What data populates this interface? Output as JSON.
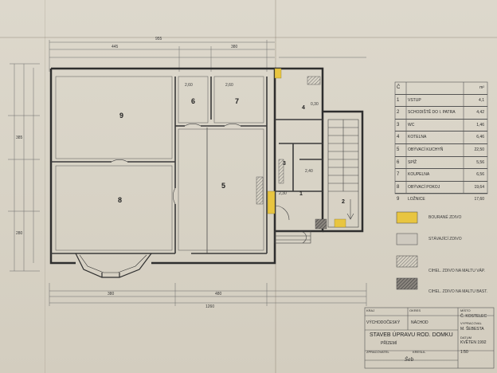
{
  "rooms": {
    "r9": "9",
    "r8": "8",
    "r6": "6",
    "r7": "7",
    "r5": "5",
    "r4": "4",
    "r3": "3",
    "r1": "1",
    "r2": "2"
  },
  "legend_header": {
    "num": "Č",
    "name": "",
    "area": "m²"
  },
  "legend": [
    {
      "num": "1",
      "name": "VSTUP",
      "area": "4,1"
    },
    {
      "num": "2",
      "name": "SCHODIŠTĚ DO I. PATRA",
      "area": "4,42"
    },
    {
      "num": "3",
      "name": "WC",
      "area": "1,46"
    },
    {
      "num": "4",
      "name": "KOTELNA",
      "area": "6,46"
    },
    {
      "num": "5",
      "name": "OBÝVACÍ KUCHYŇ",
      "area": "22,50"
    },
    {
      "num": "6",
      "name": "SPÍŽ",
      "area": "5,56"
    },
    {
      "num": "7",
      "name": "KOUPELNA",
      "area": "6,56"
    },
    {
      "num": "8",
      "name": "OBÝVACÍ POKOJ",
      "area": "19,64"
    },
    {
      "num": "9",
      "name": "LOŽNICE",
      "area": "17,60"
    }
  ],
  "swatch_legend": [
    {
      "label": "BOURANÉ ZDIVO",
      "color": "#e8c540"
    },
    {
      "label": "STÁVAJÍCÍ ZDIVO",
      "color": "#cfcac0"
    },
    {
      "label": "CIHEL. ZDIVO NA MALTU VÁP.",
      "color": "#d6d1c6"
    },
    {
      "label": "CIHEL. ZDIVO NA MALTU BAST.",
      "color": "#7b7670"
    }
  ],
  "title_block": {
    "kraj_label": "KRAJ",
    "kraj": "VÝCHODOČESKÝ",
    "okres_label": "OKRES",
    "okres": "NÁCHOD",
    "misto_label": "MÍSTO",
    "misto": "Č. KOSTELEC",
    "project": "STAVEB ÚPRAVU ROD. DOMKU",
    "sheet": "PŘÍZEMÍ",
    "vypracoval_label": "VYPRACOVAL",
    "kreslil_label": "KRESLIL",
    "zpracovatel_label": "ZPRACOVATEL",
    "author": "M. ŠEBESTA",
    "datum_label": "DATUM",
    "date": "KVĚTEN 1992",
    "scale": "1:50",
    "signature": "Šeb"
  },
  "dimensions": {
    "top_total": "955",
    "top_a": "445",
    "top_b": "380",
    "bottom_total": "1260",
    "bottom_a": "380",
    "bottom_b": "480",
    "left_a": "385",
    "left_b": "280",
    "room4_h": "2,30",
    "room_h": "2,60",
    "c4": "0,30",
    "c5": "2,40",
    "c6": "2,60"
  },
  "colors": {
    "paper": "#d9d4c7",
    "ink": "#3a3a3a",
    "demolished": "#e8c540"
  }
}
